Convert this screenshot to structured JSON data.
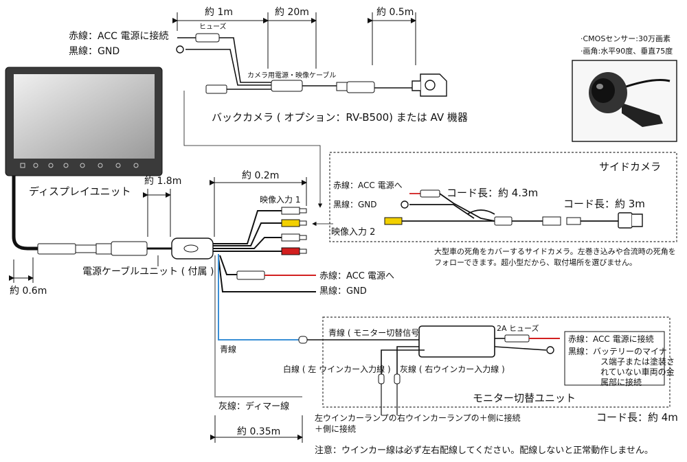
{
  "top": {
    "len_1m": "約 1m",
    "len_20m": "約 20m",
    "len_05m": "約 0.5m",
    "red_acc": "赤線：ACC 電源に接続",
    "black_gnd": "黒線：GND",
    "fuse": "ヒューズ",
    "cable_label": "カメラ用電源・映像ケーブル",
    "back_camera": "バックカメラ ( オプション：RV-B500) または AV 機器"
  },
  "camera_spec": {
    "line1": "·CMOSセンサー:30万画素",
    "line2": "·画角:水平90度、垂直75度"
  },
  "display": {
    "label": "ディスプレイユニット",
    "len_18m": "約 1.8m",
    "len_06m": "約 0.6m",
    "power_unit": "電源ケーブルユニット ( 付属 )"
  },
  "middle": {
    "len_02m": "約 0.2m",
    "video_in1": "映像入力 1",
    "red_acc": "赤線：ACC 電源へ",
    "black_gnd": "黒線：GND",
    "blue_line": "青線",
    "gray_line": "灰線：ディマー線",
    "len_035m": "約 0.35m"
  },
  "side_camera": {
    "title": "サイドカメラ",
    "red_acc": "赤線：ACC 電源へ",
    "black_gnd": "黒線：GND",
    "cord1": "コード長：約 4.3m",
    "cord2": "コード長：約 3m",
    "video_in2": "映像入力 2",
    "desc1": "大型車の死角をカバーするサイドカメラ。左巻き込みや合流時の死角を",
    "desc2": "フォローできます。超小型だから、取付場所を選びません。"
  },
  "switch_unit": {
    "blue_desc": "青線 ( モニター切替信号線 )",
    "fuse_2a": "2A ヒューズ",
    "red_acc": "赤線：ACC 電源に接続",
    "black_1": "黒線：バッテリーのマイナ",
    "black_2": "ス端子または塗装さ",
    "black_3": "れていない車両の金",
    "black_4": "属部に接続",
    "white_line": "白線 ( 左 ウインカー入力線 )",
    "gray_line": "灰線 ( 右ウインカー入力線 )",
    "title": "モニター切替ユニット",
    "left_lamp1": "左ウインカーランプの",
    "left_lamp2": "＋側に接続",
    "right_lamp": "右ウインカーランプの＋側に接続",
    "cord": "コード長：約 4m"
  },
  "note": "注意：ウインカー線は必ず左右配線してください。配線しないと正常動作しません。",
  "colors": {
    "red": "#d21f1f",
    "blue": "#3a8fd6",
    "yellow": "#f2d000",
    "gray": "#999999"
  }
}
